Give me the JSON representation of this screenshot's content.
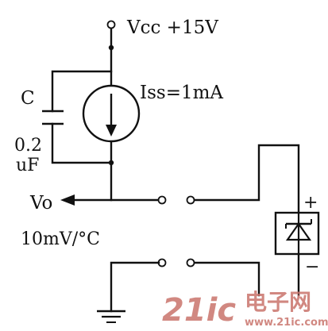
{
  "labels": {
    "vcc": "Vcc  +15V",
    "iss": "Iss=1mA",
    "cap_name": "C",
    "cap_value_1": "0.2",
    "cap_value_2": "uF",
    "vo": "Vo",
    "sensitivity": "10mV/°C",
    "plus": "+",
    "minus": "−"
  },
  "watermark": {
    "digits": "21ic",
    "cjk": "电子网",
    "url": "www.21ic.com"
  },
  "colors": {
    "line": "#111111",
    "watermark": "#c9746c"
  }
}
